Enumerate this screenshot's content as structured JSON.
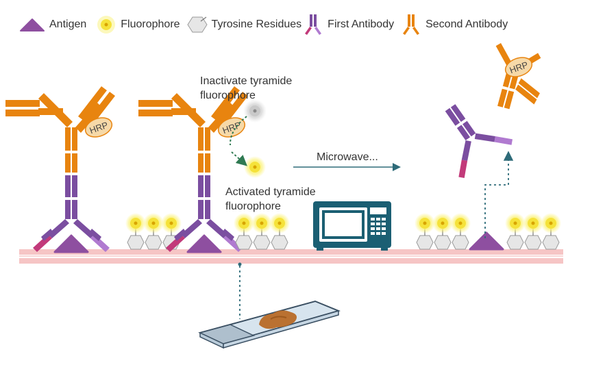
{
  "legend": {
    "items": [
      {
        "icon": "antigen-icon",
        "label": "Antigen"
      },
      {
        "icon": "fluorophore-icon",
        "label": "Fluorophore"
      },
      {
        "icon": "tyrosine-residue-icon",
        "label": "Tyrosine Residues"
      },
      {
        "icon": "first-antibody-icon",
        "label": "First Antibody"
      },
      {
        "icon": "second-antibody-icon",
        "label": "Second Antibody"
      }
    ]
  },
  "labels": {
    "inactive": "Inactivate tyramide\nfluorophore",
    "activated": "Activated tyramide\nfluorophore",
    "microwave": "Microwave...",
    "hrp": "HRP"
  },
  "colors": {
    "antigen": "#8e4fa0",
    "first_antibody": "#7b4ea0",
    "first_antibody_tips": "#c23a7a",
    "second_antibody": "#e8840f",
    "hrp_fill": "#f6d9a8",
    "hrp_stroke": "#e8840f",
    "fluorophore": "#f7e94a",
    "tyrosine": "#e6e6e6",
    "membrane": "#f6c5c5",
    "microwave": "#1b5f73",
    "arrow": "#2e6b79"
  }
}
